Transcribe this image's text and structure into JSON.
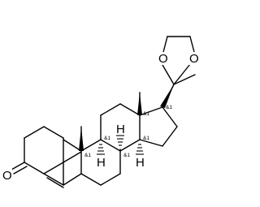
{
  "atoms": {
    "o_ring_left": "O",
    "o_ring_right": "O",
    "o_ketone": "O",
    "h_c8": "H",
    "h_c9": "H",
    "h_c14": "H"
  },
  "stereo_labels": {
    "c10": "&1",
    "c9": "&1",
    "c8": "&1",
    "c13": "&1",
    "c14": "&1",
    "c17": "&1"
  }
}
